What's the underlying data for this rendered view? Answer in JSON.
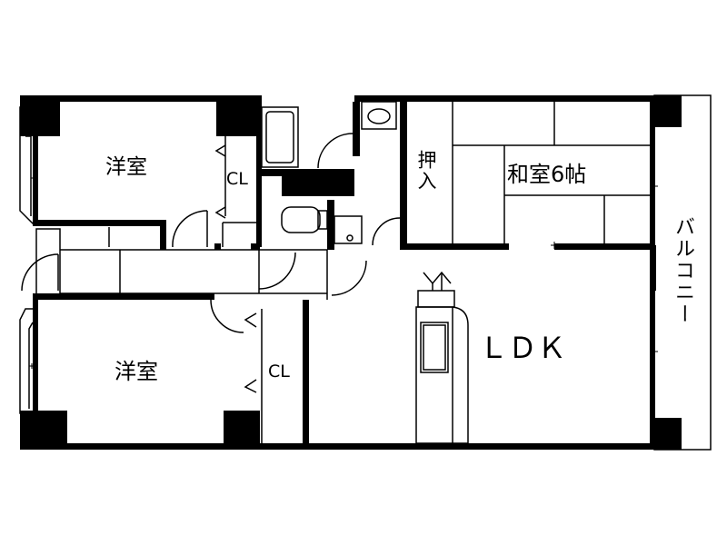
{
  "rooms": {
    "western_room_upper": "洋室",
    "western_room_lower": "洋室",
    "closet_upper": "CL",
    "closet_lower": "CL",
    "oshiire": "押入",
    "japanese_room": "和室6帖",
    "ldk": "ＬＤＫ",
    "balcony": "バルコニー"
  },
  "colors": {
    "wall": "#000000",
    "line": "#000000",
    "background": "#ffffff"
  }
}
